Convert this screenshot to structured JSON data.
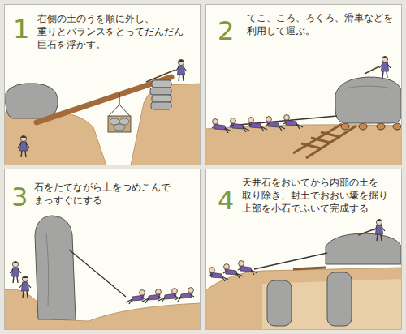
{
  "diagram": {
    "nodes": [
      {
        "text": [
          "1",
          "右側の土のうを順に外し、 重りとバランスをとってだんだん 巨石を浮かす。"
        ]
      },
      {
        "text": [
          "2",
          "てこ、ころ、ろくろ、滑車などを 利用して運ぶ。"
        ]
      },
      {
        "text": [
          "3",
          "石をたてながら土をつめこんで まっすぐにする"
        ]
      },
      {
        "text": [
          "4",
          "天井石をおいてから内部の土を 取り除き、封土でおおい壕を掘り 上部を小石でふいて完成する"
        ]
      }
    ]
  }
}
